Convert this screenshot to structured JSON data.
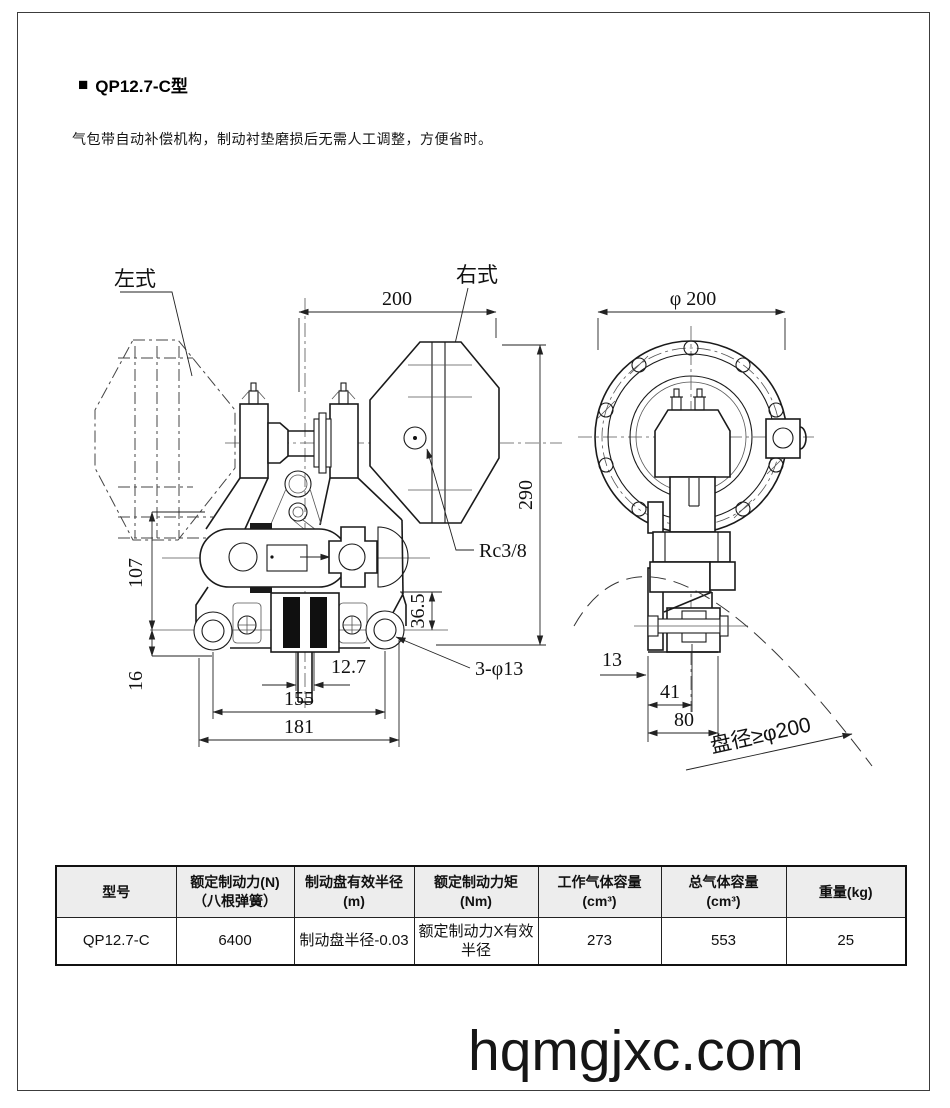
{
  "page": {
    "title_marker": "■",
    "title": "QP12.7-C型",
    "description": "气包带自动补偿机构，制动衬垫磨损后无需人工调整，方便省时。",
    "watermark": "hqmgjxc.com"
  },
  "front_view": {
    "label_left": "左式",
    "label_right": "右式",
    "dims": {
      "width_200": "200",
      "height_290": "290",
      "port": "Rc3/8",
      "height_107": "107",
      "height_16": "16",
      "height_36_5": "36.5",
      "slot_12_7": "12.7",
      "span_155": "155",
      "span_181": "181",
      "holes": "3-φ13"
    }
  },
  "side_view": {
    "dims": {
      "flange_dia": "φ 200",
      "offset_13": "13",
      "offset_41": "41",
      "offset_80": "80",
      "disc_note": "盘径≥φ200"
    }
  },
  "table": {
    "headers": [
      {
        "line1": "型号",
        "line2": ""
      },
      {
        "line1": "额定制动力(N)",
        "line2": "（八根弹簧）"
      },
      {
        "line1": "制动盘有效半径",
        "line2": "(m)"
      },
      {
        "line1": "额定制动力矩",
        "line2": "(Nm)"
      },
      {
        "line1": "工作气体容量",
        "line2": "(cm³)"
      },
      {
        "line1": "总气体容量",
        "line2": "(cm³)"
      },
      {
        "line1": "重量(kg)",
        "line2": ""
      }
    ],
    "row": [
      "QP12.7-C",
      "6400",
      "制动盘半径-0.03",
      "额定制动力X有效半径",
      "273",
      "553",
      "25"
    ]
  }
}
